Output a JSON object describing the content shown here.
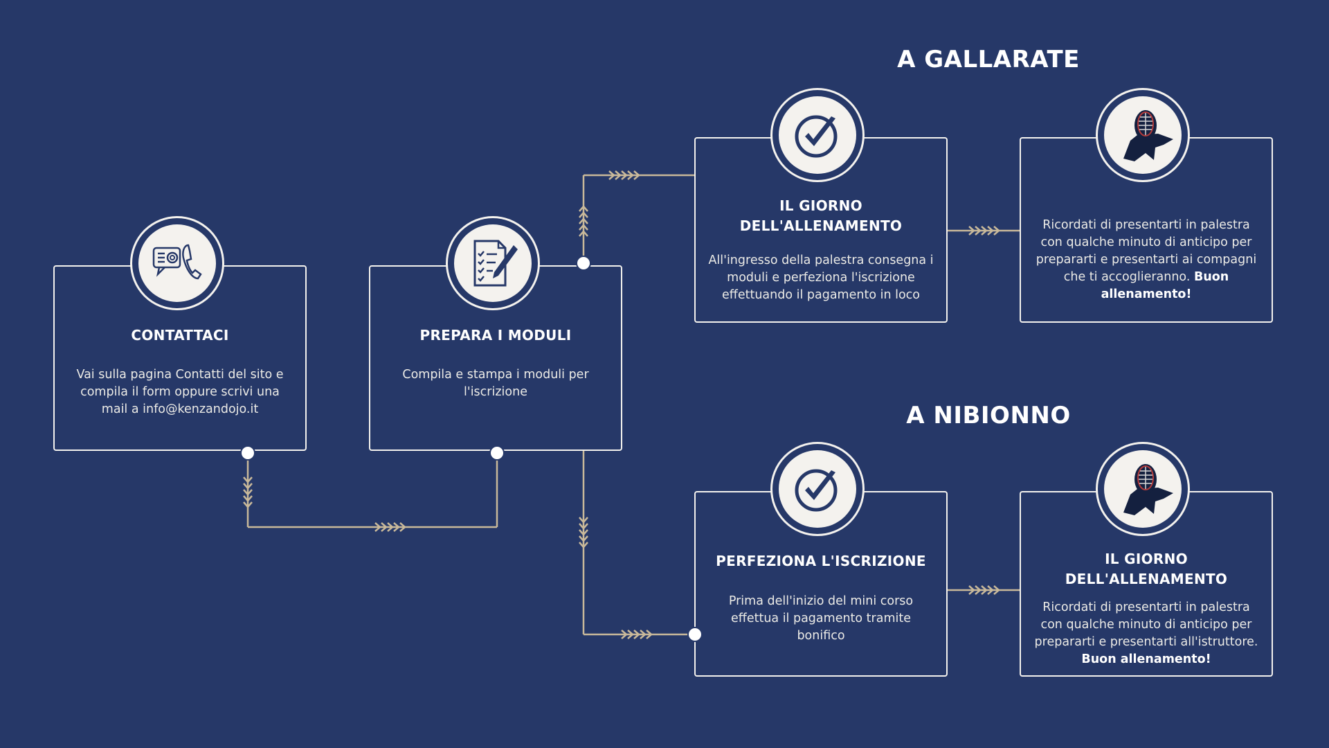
{
  "colors": {
    "background": "#263868",
    "card_border": "#f4f2ee",
    "connector": "#c9b99a",
    "icon_fill": "#263868"
  },
  "headings": {
    "gallarate": "A GALLARATE",
    "nibionno": "A NIBIONNO"
  },
  "cards": {
    "contattaci": {
      "icon": "contact-icon",
      "title": "CONTATTACI",
      "text": "Vai sulla pagina Contatti del sito e compila il form oppure scrivi una mail a info@kenzandojo.it"
    },
    "prepara": {
      "icon": "form-document-icon",
      "title": "PREPARA I MODULI",
      "text": "Compila e stampa i moduli per l'iscrizione"
    },
    "gallarate_giorno": {
      "icon": "checkmark-icon",
      "title_line1": "IL GIORNO",
      "title_line2": "DELL'ALLENAMENTO",
      "text": "All'ingresso della palestra consegna i moduli e perfeziona l'iscrizione effettuando il pagamento in loco"
    },
    "gallarate_ricorda": {
      "icon": "kendo-mask-icon",
      "text": "Ricordati di presentarti in palestra con qualche minuto di anticipo per prepararti e presentarti ai compagni che ti accoglieranno.",
      "text_bold": "Buon allenamento!"
    },
    "perfeziona": {
      "icon": "checkmark-icon",
      "title": "PERFEZIONA L'ISCRIZIONE",
      "text": "Prima dell'inizio del mini corso effettua il pagamento tramite bonifico"
    },
    "nibionno_giorno": {
      "icon": "kendo-mask-icon",
      "title_line1": "IL GIORNO",
      "title_line2": "DELL'ALLENAMENTO",
      "text": "Ricordati di presentarti in palestra con qualche minuto di anticipo per prepararti e presentarti all'istruttore.",
      "text_bold": "Buon allenamento!"
    }
  }
}
